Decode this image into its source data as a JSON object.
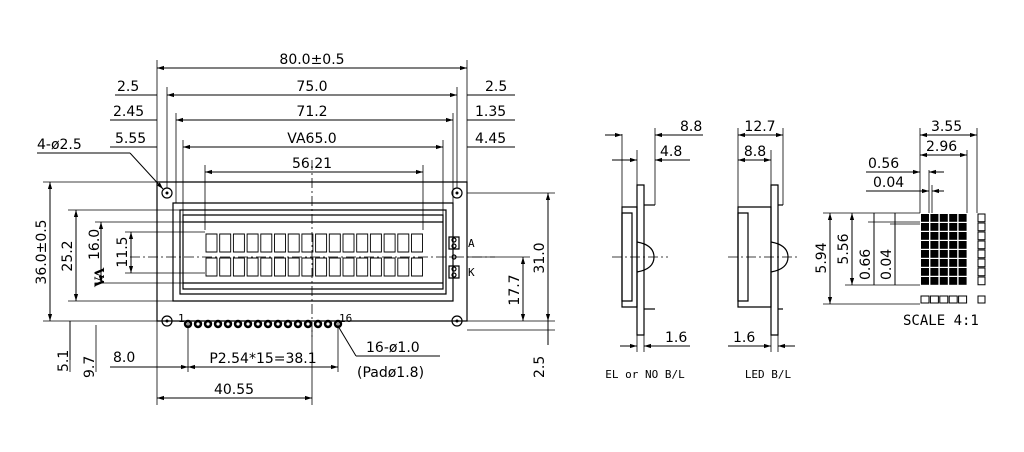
{
  "front_view": {
    "width_overall": "80.0±0.5",
    "width_holes": "75.0",
    "width_bezel": "71.2",
    "width_va": "VA65.0",
    "width_aa": "56.21",
    "left_offset_1": "2.5",
    "left_offset_2": "2.45",
    "left_offset_3": "5.55",
    "right_offset_1": "2.5",
    "right_offset_2": "1.35",
    "right_offset_3": "4.45",
    "mount_holes": "4-ø2.5",
    "height_overall": "36.0±0.5",
    "height_bezel": "25.2",
    "height_va_prefix": "VA",
    "height_va": "16.0",
    "height_aa": "11.5",
    "height_holes": "31.0",
    "height_center": "17.7",
    "bottom_offset_1": "5.1",
    "bottom_offset_2": "9.7",
    "pin1_offset": "8.0",
    "pin_pitch": "P2.54*15=38.1",
    "pin_spec": "16-ø1.0",
    "pad_spec": "(Padø1.8)",
    "pin_center": "40.55",
    "pin_edge": "2.5",
    "pin_first": "1",
    "pin_last": "16",
    "backlight_a": "A",
    "backlight_k": "K"
  },
  "side_el": {
    "thickness_total": "8.8",
    "thickness_bezel": "4.8",
    "pcb": "1.6",
    "caption": "EL or NO B/L"
  },
  "side_led": {
    "thickness_total": "12.7",
    "thickness_bezel": "8.8",
    "pcb": "1.6",
    "caption": "LED B/L"
  },
  "char_detail": {
    "char_width": "3.55",
    "dot_area_width": "2.96",
    "dot_pitch": "0.56",
    "dot_gap": "0.04",
    "char_height": "5.94",
    "dot_area_height": "5.56",
    "dot_height": "0.66",
    "dot_gap_v": "0.04",
    "scale": "SCALE 4:1"
  }
}
